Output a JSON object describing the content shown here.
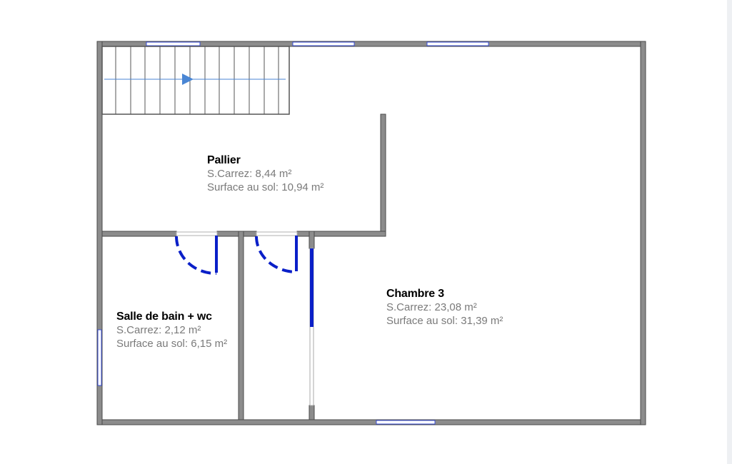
{
  "rooms": [
    {
      "name": "Pallier",
      "carrez": "S.Carrez: 8,44 m²",
      "surface": "Surface au sol: 10,94 m²"
    },
    {
      "name": "Chambre 3",
      "carrez": "S.Carrez: 23,08 m²",
      "surface": "Surface au sol: 31,39 m²"
    },
    {
      "name": "Salle de bain + wc",
      "carrez": "S.Carrez: 2,12 m²",
      "surface": "Surface au sol: 6,15 m²"
    }
  ],
  "colors": {
    "wall_fill": "#8c8c8c",
    "wall_stroke": "#4a4a4a",
    "window": "#3a4fd8",
    "door": "#0a1fc8",
    "stair_arrow": "#4a86d4"
  }
}
